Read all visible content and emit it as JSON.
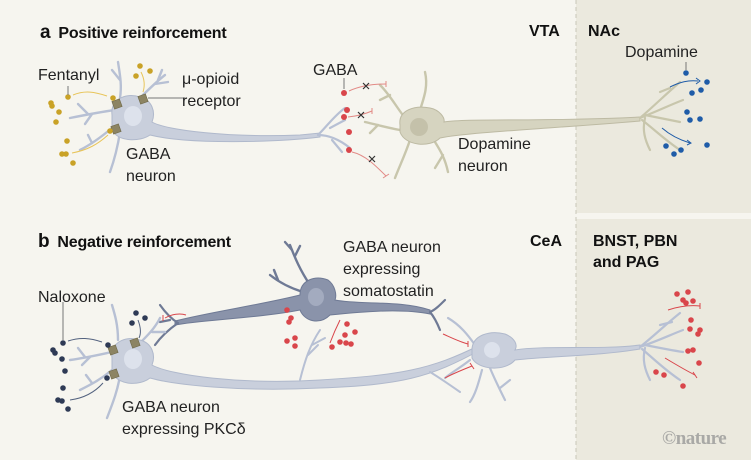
{
  "panels": [
    {
      "letter": "a",
      "title": "Positive reinforcement",
      "regions": [
        "VTA",
        "NAc"
      ],
      "labels": {
        "drug": "Fentanyl",
        "receptor_l1": "μ-opioid",
        "receptor_l2": "receptor",
        "neuron1_l1": "GABA",
        "neuron1_l2": "neuron",
        "transmitter": "GABA",
        "neuron2_l1": "Dopamine",
        "neuron2_l2": "neuron",
        "output": "Dopamine"
      }
    },
    {
      "letter": "b",
      "title": "Negative reinforcement",
      "regions": [
        "CeA",
        "BNST, PBN",
        "and PAG"
      ],
      "labels": {
        "drug": "Naloxone",
        "neuron1_l1": "GABA neuron",
        "neuron1_l2": "expressing PKCδ",
        "neuron2_l1": "GABA neuron",
        "neuron2_l2": "expressing",
        "neuron2_l3": "somatostatin"
      }
    }
  ],
  "credit": "©nature",
  "colors": {
    "background": "#f6f5ef",
    "target_region": "#ebe9de",
    "gaba_neuron": "#c9cfdc",
    "dopamine_neuron": "#d6d4c0",
    "sst_neuron": "#8a93aa",
    "fentanyl": "#c9a227",
    "naloxone": "#2e3a55",
    "gaba_dot": "#d9464b",
    "dopamine_dot": "#1f5ca8"
  }
}
